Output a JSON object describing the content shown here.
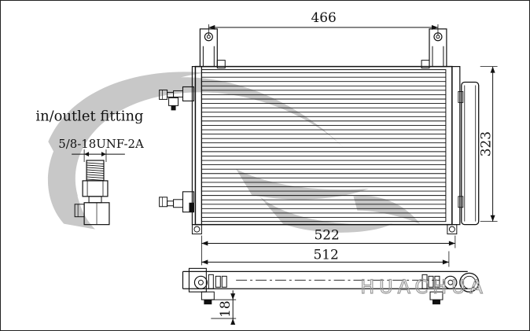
{
  "labels": {
    "fitting_title": "in/outlet fitting",
    "thread_spec": "5/8-18UNF-2A",
    "watermark": "HUACHUA"
  },
  "dimensions": {
    "top_width": "466",
    "right_height": "323",
    "core_width": "522",
    "overall_width": "512",
    "depth": "18"
  },
  "colors": {
    "line": "#111111",
    "watermark": "#c8c8c8"
  }
}
